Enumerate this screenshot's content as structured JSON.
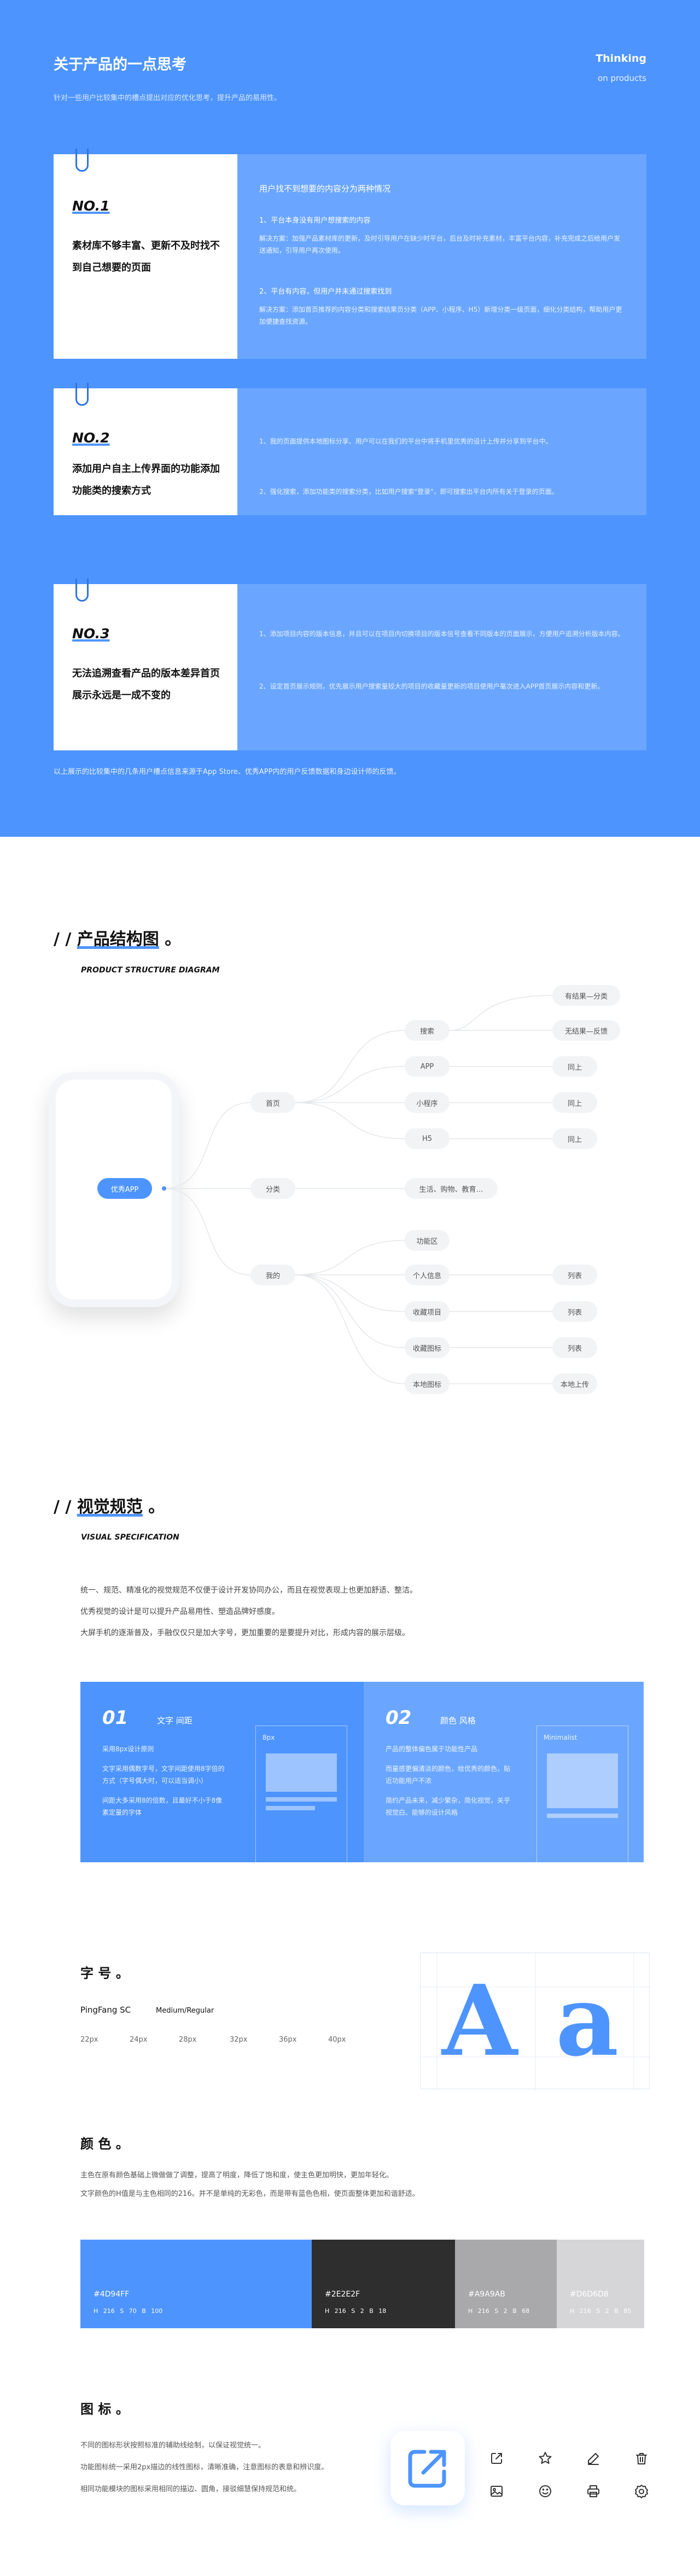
{
  "thinking": {
    "title": "关于产品的一点思考",
    "subtitle": "针对一些用户比较集中的槽点提出对应的优化思考，提升产品的易用性。",
    "right_title": "Thinking",
    "right_sub": "on products",
    "cards": [
      {
        "no": "NO.1",
        "desc": "素材库不够丰富、更新不及时找不到自己想要的页面",
        "head": "用户找不到想要的内容分为两种情况",
        "items": [
          {
            "h": "1、平台本身没有用户想搜索的内容",
            "p": "解决方案：加强产品素材库的更新，及时引导用户在缺少时平台，后台及时补充素材，丰富平台内容，补充完成之后给用户发送通知，引导用户再次使用。"
          },
          {
            "h": "2、平台有内容，但用户并未通过搜索找到",
            "p": "解决方案：添加首页推荐的内容分类和搜索结果页分类（APP、小程序、H5）新增分类一级页面，细化分类结构，帮助用户更加便捷查找资源。"
          }
        ]
      },
      {
        "no": "NO.2",
        "desc": "添加用户自主上传界面的功能添加功能类的搜索方式",
        "head": "",
        "items": [
          {
            "h": "",
            "p": "1、我的页面提供本地图标分享、用户可以在我们的平台中将手机里优秀的设计上传并分享到平台中。"
          },
          {
            "h": "",
            "p": "2、强化搜索，添加功能类的搜索分类，比如用户搜索\"登录\"，即可搜索出平台内所有关于登录的页面。"
          }
        ]
      },
      {
        "no": "NO.3",
        "desc": "无法追溯查看产品的版本差异首页展示永远是一成不变的",
        "head": "",
        "items": [
          {
            "h": "",
            "p": "1、添加项目内容的版本信息，并且可以在项目内切换项目的版本信号查看不同版本的页面展示，方便用户追溯分析版本内容。"
          },
          {
            "h": "",
            "p": "2、设定首页展示规则，优先展示用户搜索量较大的项目的收藏量更新的项目使用户毫次进入APP首页展示内容和更新。"
          }
        ]
      }
    ],
    "footer": "以上展示的比较集中的几条用户槽点信息来源于App Store、优秀APP内的用户反馈数据和身边设计师的反馈。"
  },
  "structure": {
    "title_prefix": "/ /",
    "title": "产品结构图",
    "title_suffix": "。",
    "en": "PRODUCT STRUCTURE DIAGRAM",
    "root": "优秀APP",
    "level1": [
      "首页",
      "分类",
      "我的"
    ],
    "home_children": [
      "搜索",
      "APP",
      "小程序",
      "H5"
    ],
    "search_children": [
      "有结果—分类",
      "无结果—反馈"
    ],
    "home_leaf": [
      "同上",
      "同上",
      "同上"
    ],
    "category_child": "生活、购物、教育…",
    "mine_children": [
      "功能区",
      "个人信息",
      "收藏项目",
      "收藏图标",
      "本地图标"
    ],
    "mine_leaf": [
      "列表",
      "列表",
      "列表",
      "本地上传"
    ]
  },
  "visual": {
    "title_prefix": "/ /",
    "title": "视觉规范",
    "title_suffix": "。",
    "en": "VISUAL SPECIFICATION",
    "paras": [
      "统一、规范、精准化的视觉规范不仅便于设计开发协同办公，而且在视觉表现上也更加舒适、整洁。",
      "优秀视觉的设计是可以提升产品易用性、塑造品牌好感度。",
      "大屏手机的逐渐普及，手融仅仅只是加大字号，更加重要的是要提升对比，形成内容的展示层级。"
    ],
    "band": {
      "a_num": "01",
      "a_label": "文字 间距",
      "a_lines": [
        "采用8px设计原则",
        "文字采用偶数字号，文字间距使用8字倍的方式（字号偶大时，可以适当调小）",
        "间距大多采用8的倍数，且最好不小于8像素定量的字体"
      ],
      "a_frame": "8px",
      "b_num": "02",
      "b_label": "颜色 风格",
      "b_lines": [
        "产品的整体偏色属于功能性产品",
        "而量感更偏清淡的颜色，给优秀的颜色，贴近功能用户不浓",
        "简约产品未来，减少繁杂，简化视觉，关乎视觉白、能够的设计风格"
      ],
      "b_frame": "Minimalist"
    },
    "font": {
      "title": "字 号 。",
      "name": "PingFang SC",
      "weights": "Medium/Regular",
      "sizes": [
        "22px",
        "24px",
        "28px",
        "32px",
        "36px",
        "40px"
      ],
      "big_upper": "A",
      "big_lower": "a"
    },
    "color": {
      "title": "颜 色 。",
      "paras": [
        "主色在原有颜色基础上微做做了调整，提高了明度，降低了饱和度，使主色更加明快，更加年轻化。",
        "文字颜色的H值是与主色相同的216。并不是单纯的无彩色，而是带有蓝色色相，使页面整体更加和谐舒适。"
      ],
      "swatches": [
        {
          "hex": "#4D94FF",
          "hsb": "H 216  S 70  B 100"
        },
        {
          "hex": "#2E2E2F",
          "hsb": "H 216  S 2  B 18"
        },
        {
          "hex": "#A9A9AB",
          "hsb": "H 216  S 2  B 68"
        },
        {
          "hex": "#D6D6D8",
          "hsb": "H 216  S 2  B 85"
        }
      ]
    },
    "icons": {
      "title": "图 标 。",
      "paras": [
        "不同的图标形状按照标准的辅助线绘制，以保证视觉统一。",
        "功能图标统一采用2px描边的线性图标，清晰准确，注意图标的表意和辨识度。",
        "相同功能模块的图标采用相同的描边、圆角，接驳细慧保持规范和统。"
      ]
    }
  },
  "colors": {
    "primary": "#4D94FF",
    "primary_light": "#6AA6FF",
    "dark": "#2E2E2F",
    "gray": "#A9A9AB",
    "light_gray": "#D6D6D8"
  }
}
